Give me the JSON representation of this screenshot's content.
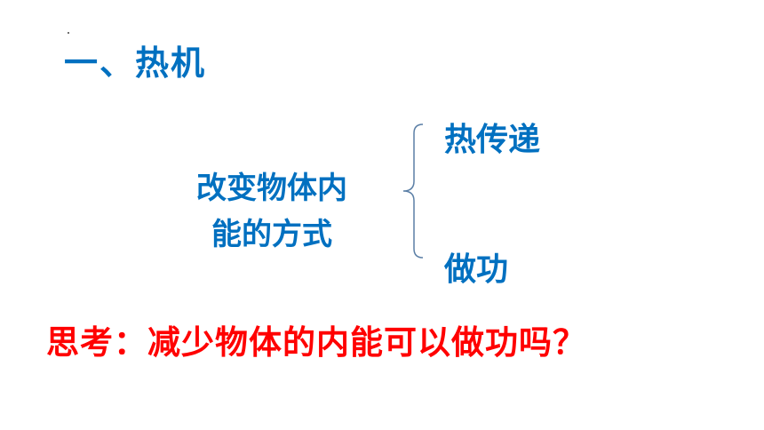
{
  "slide": {
    "title": "一、热机",
    "concept_line1": "改变物体内",
    "concept_line2": "能的方式",
    "branch_top": "热传递",
    "branch_bottom": "做功",
    "question": "思考：减少物体的内能可以做功吗？"
  },
  "colors": {
    "primary_blue": "#0070c0",
    "question_red": "#ff0000",
    "brace_gray": "#5b7fa6"
  }
}
